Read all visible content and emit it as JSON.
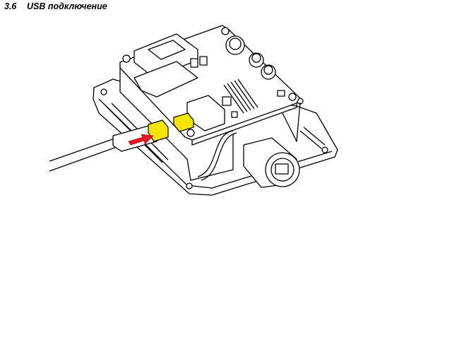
{
  "section": {
    "number": "3.6",
    "title": "USB подключение"
  },
  "figure": {
    "description_icon": "usb-connection-diagram",
    "colors": {
      "connector": "#f5e600",
      "arrow": "#e8141e",
      "line": "#000000"
    }
  }
}
